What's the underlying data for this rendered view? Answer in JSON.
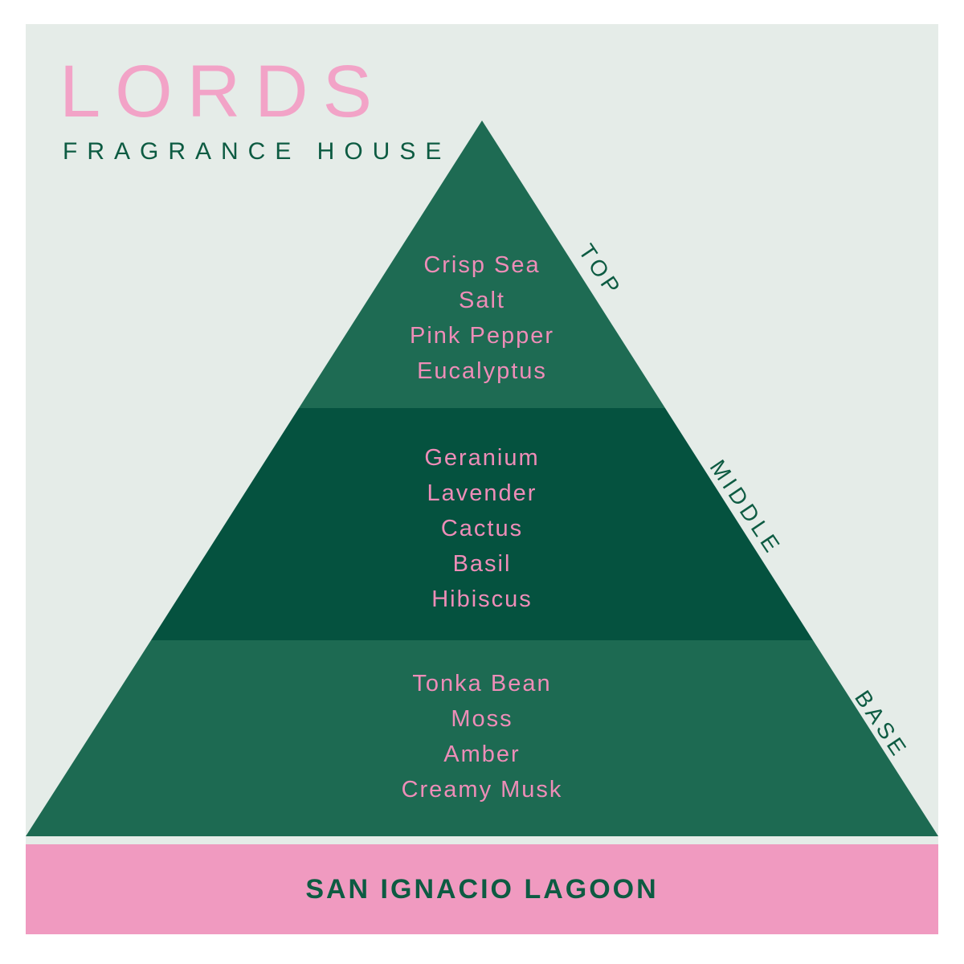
{
  "brand": {
    "name": "LORDS",
    "tagline": "FRAGRANCE HOUSE"
  },
  "product": {
    "name": "SAN IGNACIO LAGOON"
  },
  "pyramid": {
    "sections": [
      {
        "id": "top",
        "label": "TOP",
        "color": "#1e6b53",
        "notes": [
          "Crisp Sea",
          "Salt",
          "Pink Pepper",
          "Eucalyptus"
        ]
      },
      {
        "id": "middle",
        "label": "MIDDLE",
        "color": "#05523f",
        "notes": [
          "Geranium",
          "Lavender",
          "Cactus",
          "Basil",
          "Hibiscus"
        ]
      },
      {
        "id": "base",
        "label": "BASE",
        "color": "#1d6a52",
        "notes": [
          "Tonka Bean",
          "Moss",
          "Amber",
          "Creamy Musk"
        ]
      }
    ]
  },
  "colors": {
    "frame_background": "#ffffff",
    "panel_background": "#e5ece8",
    "logo_pink": "#f2a3c7",
    "note_pink": "#ee8db8",
    "banner_pink": "#f09ac0",
    "dark_green_text": "#0d5b42"
  }
}
